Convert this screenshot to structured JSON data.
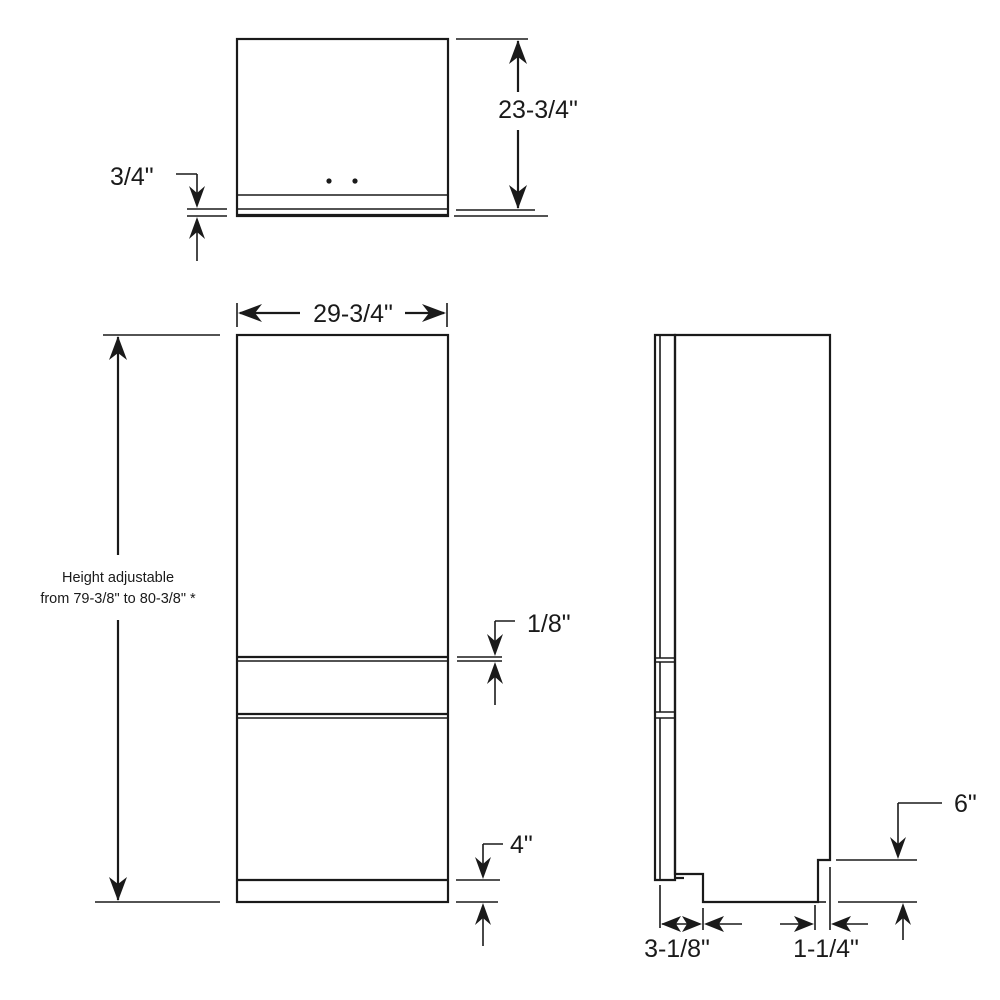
{
  "diagram": {
    "top_view": {
      "height_dim": "23-3/4\"",
      "toe_dim": "3/4\""
    },
    "front_view": {
      "width_dim": "29-3/4\"",
      "height_note_line1": "Height adjustable",
      "height_note_line2": "from 79-3/8\" to 80-3/8\" *",
      "gap_dim": "1/8\"",
      "base_dim": "4\""
    },
    "side_view": {
      "toe_depth_dim": "3-1/8\"",
      "rear_offset_dim": "1-1/4\"",
      "rear_height_dim": "6\""
    },
    "colors": {
      "line": "#1a1a1a",
      "background": "#ffffff"
    }
  }
}
